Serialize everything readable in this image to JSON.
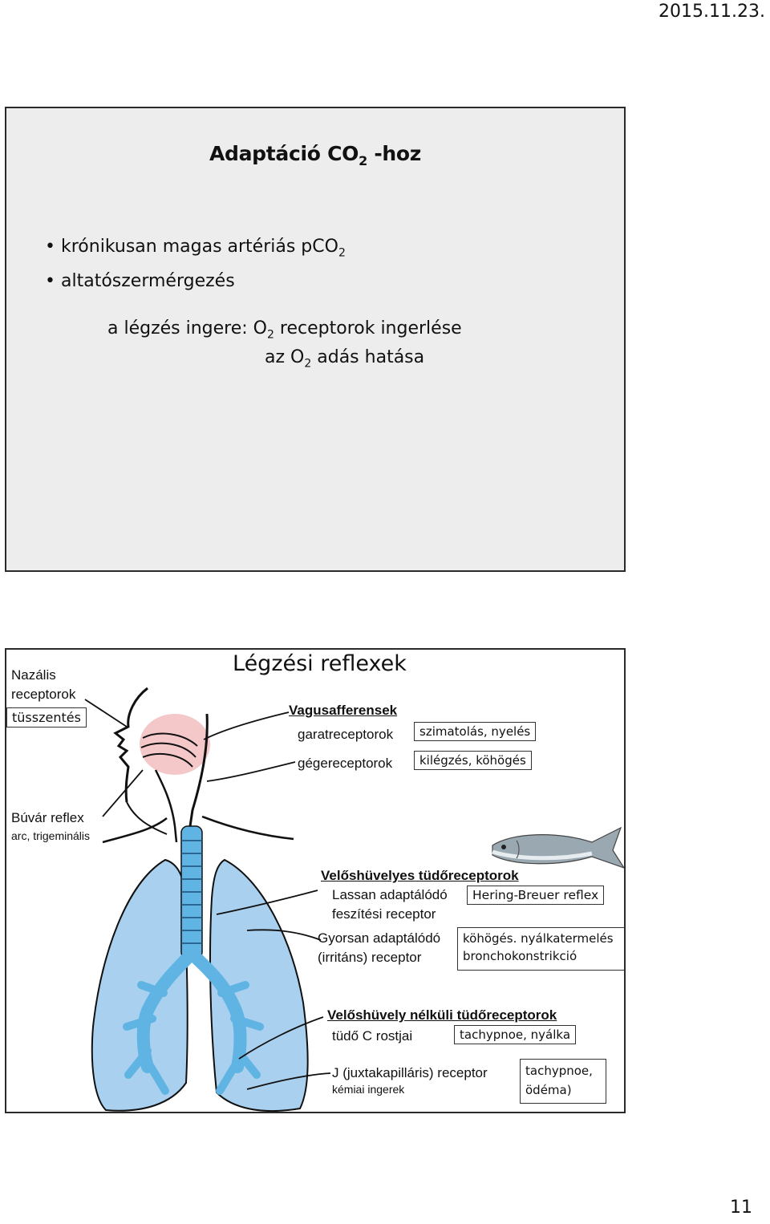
{
  "header": {
    "date": "2015.11.23."
  },
  "footer": {
    "page_number": "11"
  },
  "slide1": {
    "title_main": "Adaptáció  CO",
    "title_sub": "2",
    "title_suffix": " -hoz",
    "bullets": [
      {
        "text": "krónikusan magas artériás pCO",
        "sub": "2"
      },
      {
        "text": "altatószermérgezés",
        "sub": ""
      }
    ],
    "line1_a": "a légzés ingere:  O",
    "line1_sub": "2",
    "line1_b": " receptorok ingerlése",
    "line2_a": "az O",
    "line2_sub": "2",
    "line2_b": " adás hatása"
  },
  "slide2": {
    "title": "Légzési reflexek",
    "nasal": {
      "line1": "Nazális",
      "line2": "receptorok",
      "box": "tüsszentés"
    },
    "diver": {
      "line1": "Búvár reflex",
      "line2": "arc, trigeminális"
    },
    "vagus": {
      "heading": "Vagusafferensek",
      "garat": "garatreceptorok",
      "garat_box": "szimatolás, nyelés",
      "gege": "gégereceptorok",
      "gege_box": "kilégzés, köhögés"
    },
    "myelinated": {
      "heading": "Velőshüvelyes tüdőreceptorok",
      "slow_line1": "Lassan adaptálódó",
      "slow_line2": "feszítési receptor",
      "slow_box": "Hering-Breuer reflex",
      "fast_line1": "Gyorsan adaptálódó",
      "fast_line2": "(irritáns) receptor",
      "fast_box_line1": "köhögés. nyálkatermelés",
      "fast_box_line2": "bronchokonstrikció"
    },
    "unmyelinated": {
      "heading": "Velőshüvely nélküli tüdőreceptorok",
      "c_fiber": "tüdő C rostjai",
      "c_box": "tachypnoe, nyálka",
      "j_line1": "J (juxtakapilláris) receptor",
      "j_line2": "kémiai ingerek",
      "j_box_line1": "tachypnoe,",
      "j_box_line2": "ödéma)"
    },
    "colors": {
      "lung": "#a9d0ef",
      "airway": "#5fb4e3",
      "pharynx": "#f4c8c8"
    }
  }
}
